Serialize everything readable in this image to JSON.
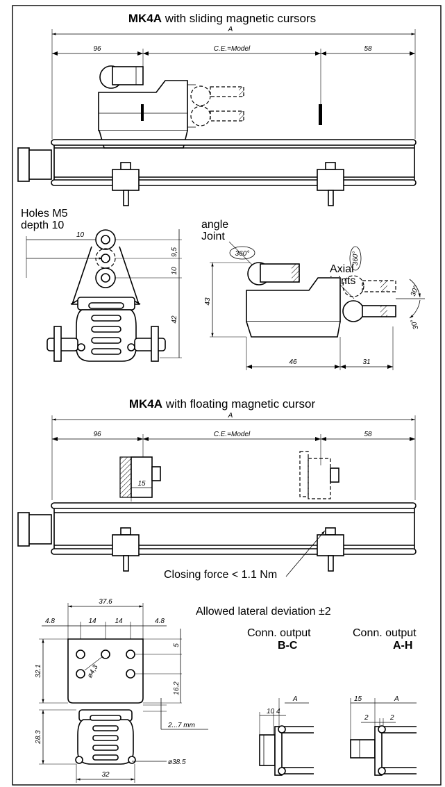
{
  "section1": {
    "title_bold": "MK4A",
    "title_rest": " with sliding magnetic cursors",
    "dim_A": "A",
    "dim_left": "96",
    "dim_mid": "C.E.=Model",
    "dim_right": "58"
  },
  "details": {
    "holes_line1": "Holes M5",
    "holes_line2": "depth 10",
    "dim_10": "10",
    "dim_9_5": "9,5",
    "dim_10b": "10",
    "dim_42": "42",
    "angle_line1": "angle",
    "angle_line2": "Joint",
    "rot_360a": "360°",
    "axial_line1": "Axial",
    "axial_line2": "joints",
    "rot_360b": "360°",
    "dim_43": "43",
    "dim_46": "46",
    "dim_31": "31",
    "ang_30a": "30°",
    "ang_30b": "30°"
  },
  "section2": {
    "title_bold": "MK4A",
    "title_rest": " with floating magnetic cursor",
    "dim_A": "A",
    "dim_left": "96",
    "dim_mid": "C.E.=Model",
    "dim_right": "58",
    "dim_15": "15",
    "closing_force": "Closing force < 1.1 Nm"
  },
  "section3": {
    "lateral": "Allowed lateral deviation ±2",
    "dim_37_6": "37.6",
    "dim_4_8a": "4.8",
    "dim_14a": "14",
    "dim_14b": "14",
    "dim_4_8b": "4.8",
    "dim_5": "5",
    "dim_32_1": "32.1",
    "dim_hole": "ø4,3",
    "dim_16_2": "16.2",
    "dim_2_7": "2...7 mm",
    "dim_28_3": "28.3",
    "dim_38_5": "ø38.5",
    "dim_32": "32",
    "conn_bc_line1": "Conn. output",
    "conn_bc_line2": "B-C",
    "conn_ah_line1": "Conn. output",
    "conn_ah_line2": "A-H",
    "bc_A": "A",
    "bc_10": "10",
    "bc_4": "4",
    "ah_15": "15",
    "ah_A": "A",
    "ah_2a": "2",
    "ah_2b": "2"
  }
}
